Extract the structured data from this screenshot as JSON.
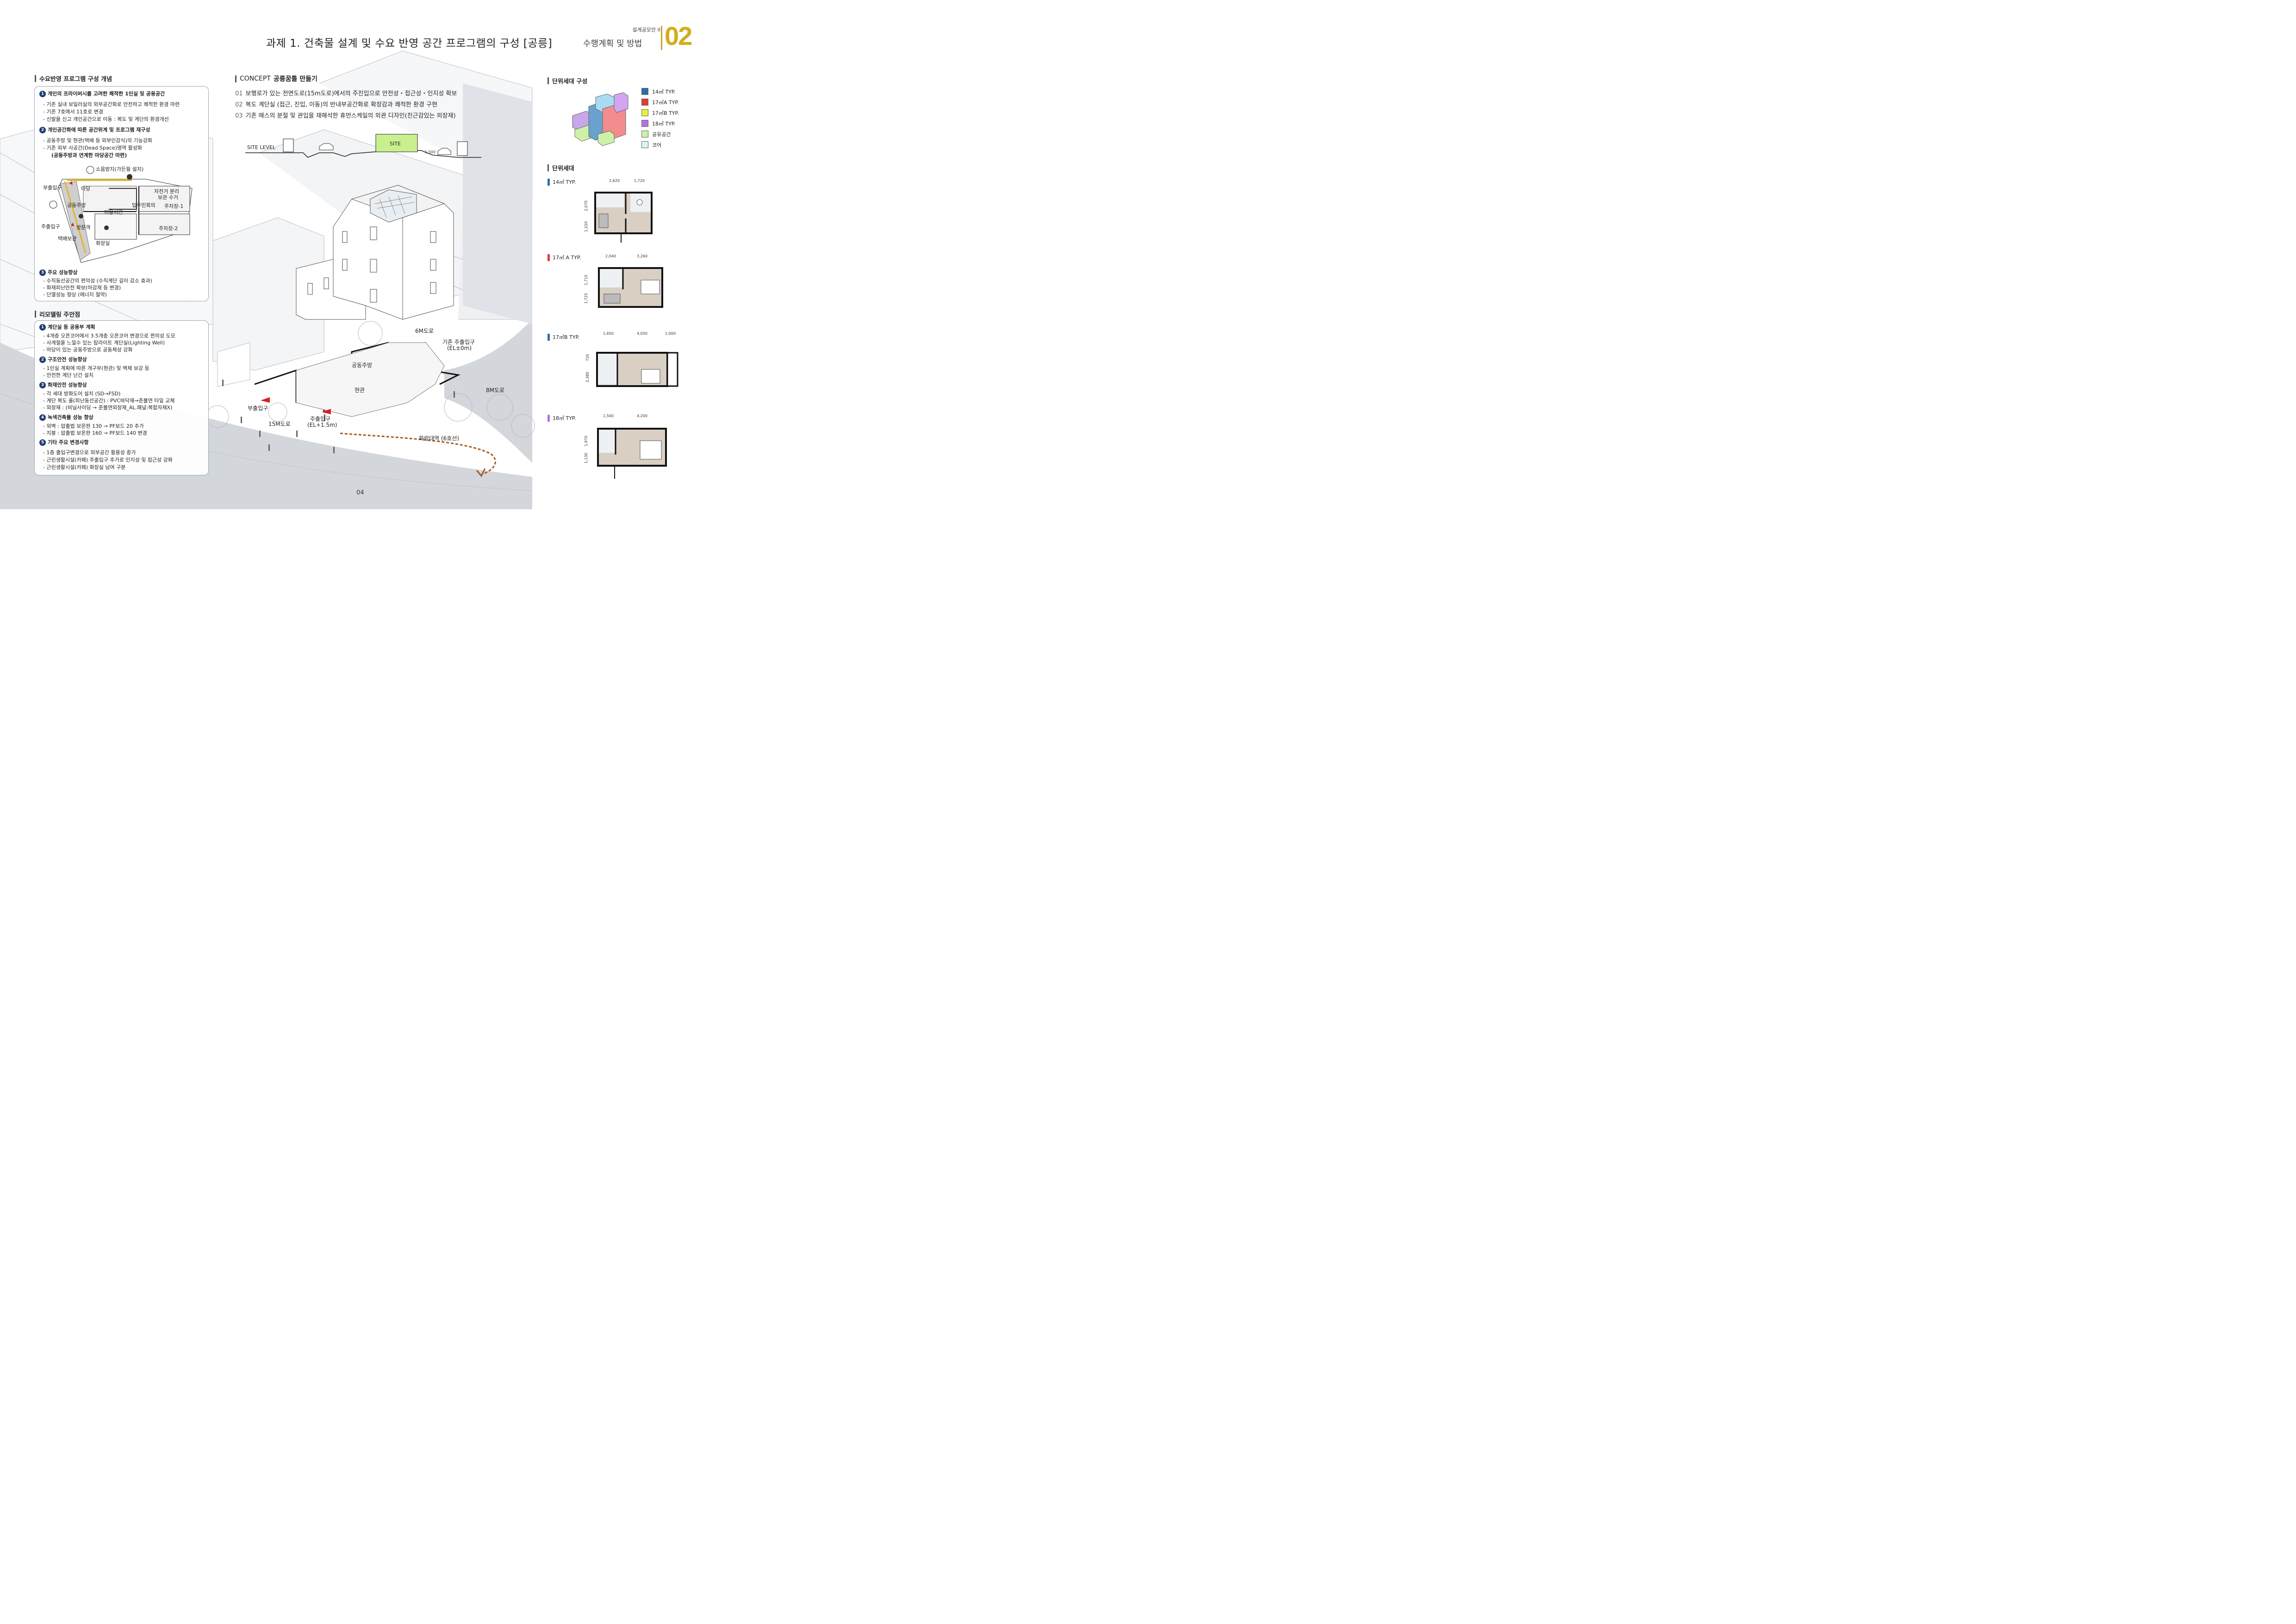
{
  "header": {
    "small": "설계공모안 II",
    "title": "과제 1. 건축물 설계 및 수요 반영 공간 프로그램의 구성 [공릉]",
    "subtitle": "수행계획 및 방법",
    "number": "02"
  },
  "left": {
    "section1_title": "수요반영 프로그램 구성 개념",
    "item1_title": "개인의 프라이버시를 고려한 쾌적한 1인실 및 공용공간",
    "item1_lines": [
      "- 기존 실내 보일러실의 외부공간화로 안전하고 쾌적한 환경 마련",
      "- 기존 7호에서 11호로 변경",
      "- 신발을 신고 개인공간으로 이동 : 복도 및 계단의 환경개선"
    ],
    "item2_title": "개인공간화에 따른 공간위계 및 프로그램 재구성",
    "item2_lines": [
      "- 공동주방 및 현관(택배 등 외부인감식)의 기능강화",
      "- 기존 외부 사공간(Dead Space)영역 활성화",
      "(공동주방과 연계한 마당공간 마련)"
    ],
    "plan_labels": {
      "noise": "소음방지(가든월 설치)",
      "sub_entry": "부출입구",
      "yard": "마당",
      "bike": "자전거 분리",
      "bike2": "보관 수거",
      "kitchen": "공동주방",
      "meeting": "입주민회의",
      "meeting2": "이용시간",
      "parking1": "주차장-1",
      "main_entry": "주출입구",
      "visitor": "방문객",
      "parking2": "주차장-2",
      "parcel": "택배보관",
      "toilet": "화장실"
    },
    "item3_title": "주요 성능향상",
    "item3_lines": [
      "- 수직동선공간의 편의성 (수직계단 길이 감소 효과)",
      "- 화재피난안전 확보(마감재 등 변경)",
      "- 단열성능 향상 (에너지 절약)"
    ],
    "section2_title": "리모델링 주안점",
    "r1_title": "계단실 등 공용부 계획",
    "r1_lines": [
      "- 4개층 오픈코어에서 3.5개층 오픈코어 변경으로 편의성 도모",
      "- 사계절을 느낄수 있는 탑라이트 계단실(Lighting Well)",
      "- 마당이 있는 공동주방으로 공동체성 강화"
    ],
    "r2_title": "구조안전 성능향상",
    "r2_lines": [
      "- 1인실 계획에 따른 개구부(현관) 및 벽체 보강 등",
      "- 안전한 계단 난간 설치"
    ],
    "r3_title": "화재안전 성능향상",
    "r3_lines": [
      "- 각 세대 방화도어 설치 (SD→FSD)",
      "- 계단 복도 홀(피난동선공간) : PVC바닥재→준불연 타일 교체",
      "- 외장재 : (비닐사이딩 → 준불연외장재_AL.패널:복합자재X)"
    ],
    "r4_title": "녹색건축물 성능 향상",
    "r4_lines": [
      "- 외벽 : 압출법 보온판 130 → PF보드 20 추가",
      "- 지붕 : 압출법 보온판 160 → PF보드 140 변경"
    ],
    "r5_title": "기타 주요 변경사항",
    "r5_lines": [
      "- 1층 출입구변경으로 외부공간 활용성 증가",
      "- 근린생활시설(카페) 주출입구 추가로 인지성 및 접근성 강화",
      "- 근린생활시설(카페) 화장실 남여 구분"
    ]
  },
  "concept": {
    "title_prefix": "CONCEPT",
    "title": "공릉꿈틀 만들기",
    "lines": [
      {
        "n": "01",
        "text": "보행로가 있는 전면도로(15m도로)에서의 주진입으로 안전성・접근성・인지성 확보"
      },
      {
        "n": "02",
        "text": "복도 계단실 (접근, 진입, 이동)의 반내부공간화로 확장감과 쾌적한 환경 구현"
      },
      {
        "n": "03",
        "text": "기존 매스의 분절 및 관입을 재해석한 휴먼스케일의 외관 디자인(친근감있는 외장재)"
      }
    ]
  },
  "center": {
    "site_level": "SITE LEVEL",
    "site": "SITE",
    "dim_1500": "1,500",
    "road_6m": "6M도로",
    "existing_entry": "기존 주출입구",
    "existing_entry_el": "(EL±0m)",
    "kitchen": "공동주방",
    "entrance": "현관",
    "road_8m": "8M도로",
    "sub_entry": "부출입구",
    "main_entry": "주출입구",
    "main_entry_el": "(EL+1.5m)",
    "road_15m": "15M도로",
    "station": "화랑대역 (6호선)"
  },
  "right": {
    "unit_comp_title": "단위세대 구성",
    "legend": [
      {
        "label": "14㎡ TYP.",
        "color": "#2f6fa6"
      },
      {
        "label": "17㎡A TYP.",
        "color": "#e23a35"
      },
      {
        "label": "17㎡B TYP.",
        "color": "#e9ef3a"
      },
      {
        "label": "18㎡ TYP.",
        "color": "#b672e0"
      },
      {
        "label": "공유공간",
        "color": "#cdf2a7"
      },
      {
        "label": "코어",
        "color": "#d9f5f8"
      }
    ],
    "unit_title": "단위세대",
    "units": [
      {
        "label": "14㎡ TYP.",
        "color": "#2f6fa6",
        "w1": "2,620",
        "w2": "1,720",
        "h1": "2,070",
        "h2": "1,220"
      },
      {
        "label": "17㎡ A TYP.",
        "color": "#e23a35",
        "w1": "2,040",
        "w2": "3,260",
        "h1": "1,715",
        "h2": "1,725"
      },
      {
        "label": "17㎡B TYP.",
        "color": "#2f6fa6",
        "w1": "1,650",
        "w2": "4,050",
        "w3": "1,000",
        "h1": "720",
        "h2": "2,380"
      },
      {
        "label": "18㎡ TYP.",
        "color": "#b672e0",
        "w1": "1,500",
        "w2": "4,200",
        "h1": "1,970",
        "h2": "1,130"
      }
    ]
  },
  "page_number": "04"
}
